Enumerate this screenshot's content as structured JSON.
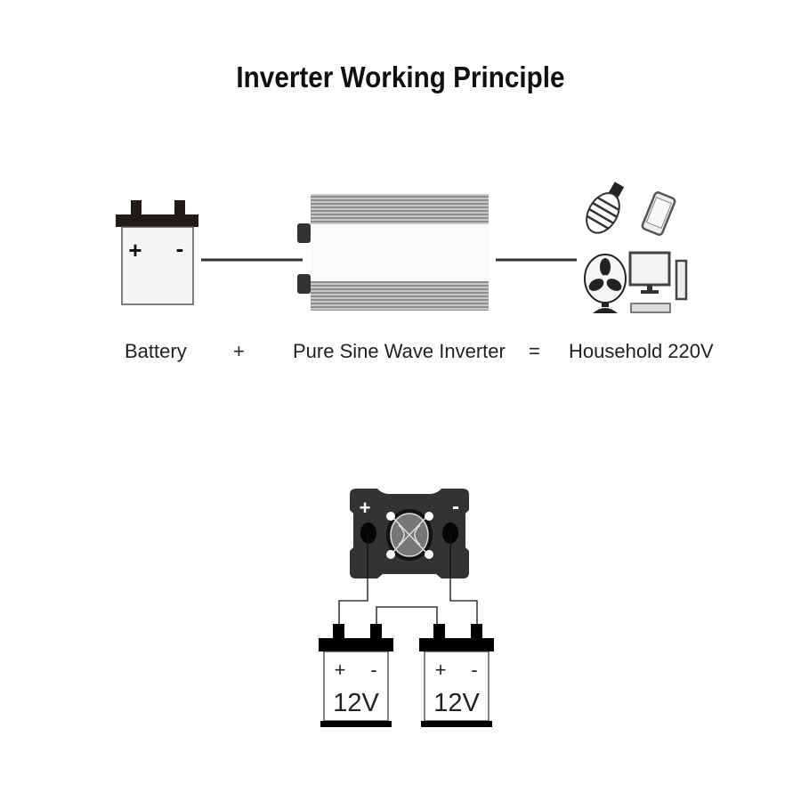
{
  "title": "Inverter Working Principle",
  "equation": {
    "battery_label": "Battery",
    "plus_operator": "+",
    "inverter_label": "Pure Sine Wave Inverter",
    "equals_operator": "=",
    "output_label": "Household 220V"
  },
  "top_battery": {
    "positive_sign": "+",
    "negative_sign": "-"
  },
  "inverter_terminals": {
    "positive_sign": "+",
    "negative_sign": "-"
  },
  "series_batteries": [
    {
      "positive_sign": "+",
      "negative_sign": "-",
      "voltage": "12V"
    },
    {
      "positive_sign": "+",
      "negative_sign": "-",
      "voltage": "12V"
    }
  ],
  "appliances": [
    "light-bulb",
    "smartphone",
    "desk-fan",
    "desktop-computer"
  ],
  "colors": {
    "dark": "#231a17",
    "black": "#000000",
    "fin_gray": "#9a9a9a",
    "inverter_body": "#333333"
  }
}
